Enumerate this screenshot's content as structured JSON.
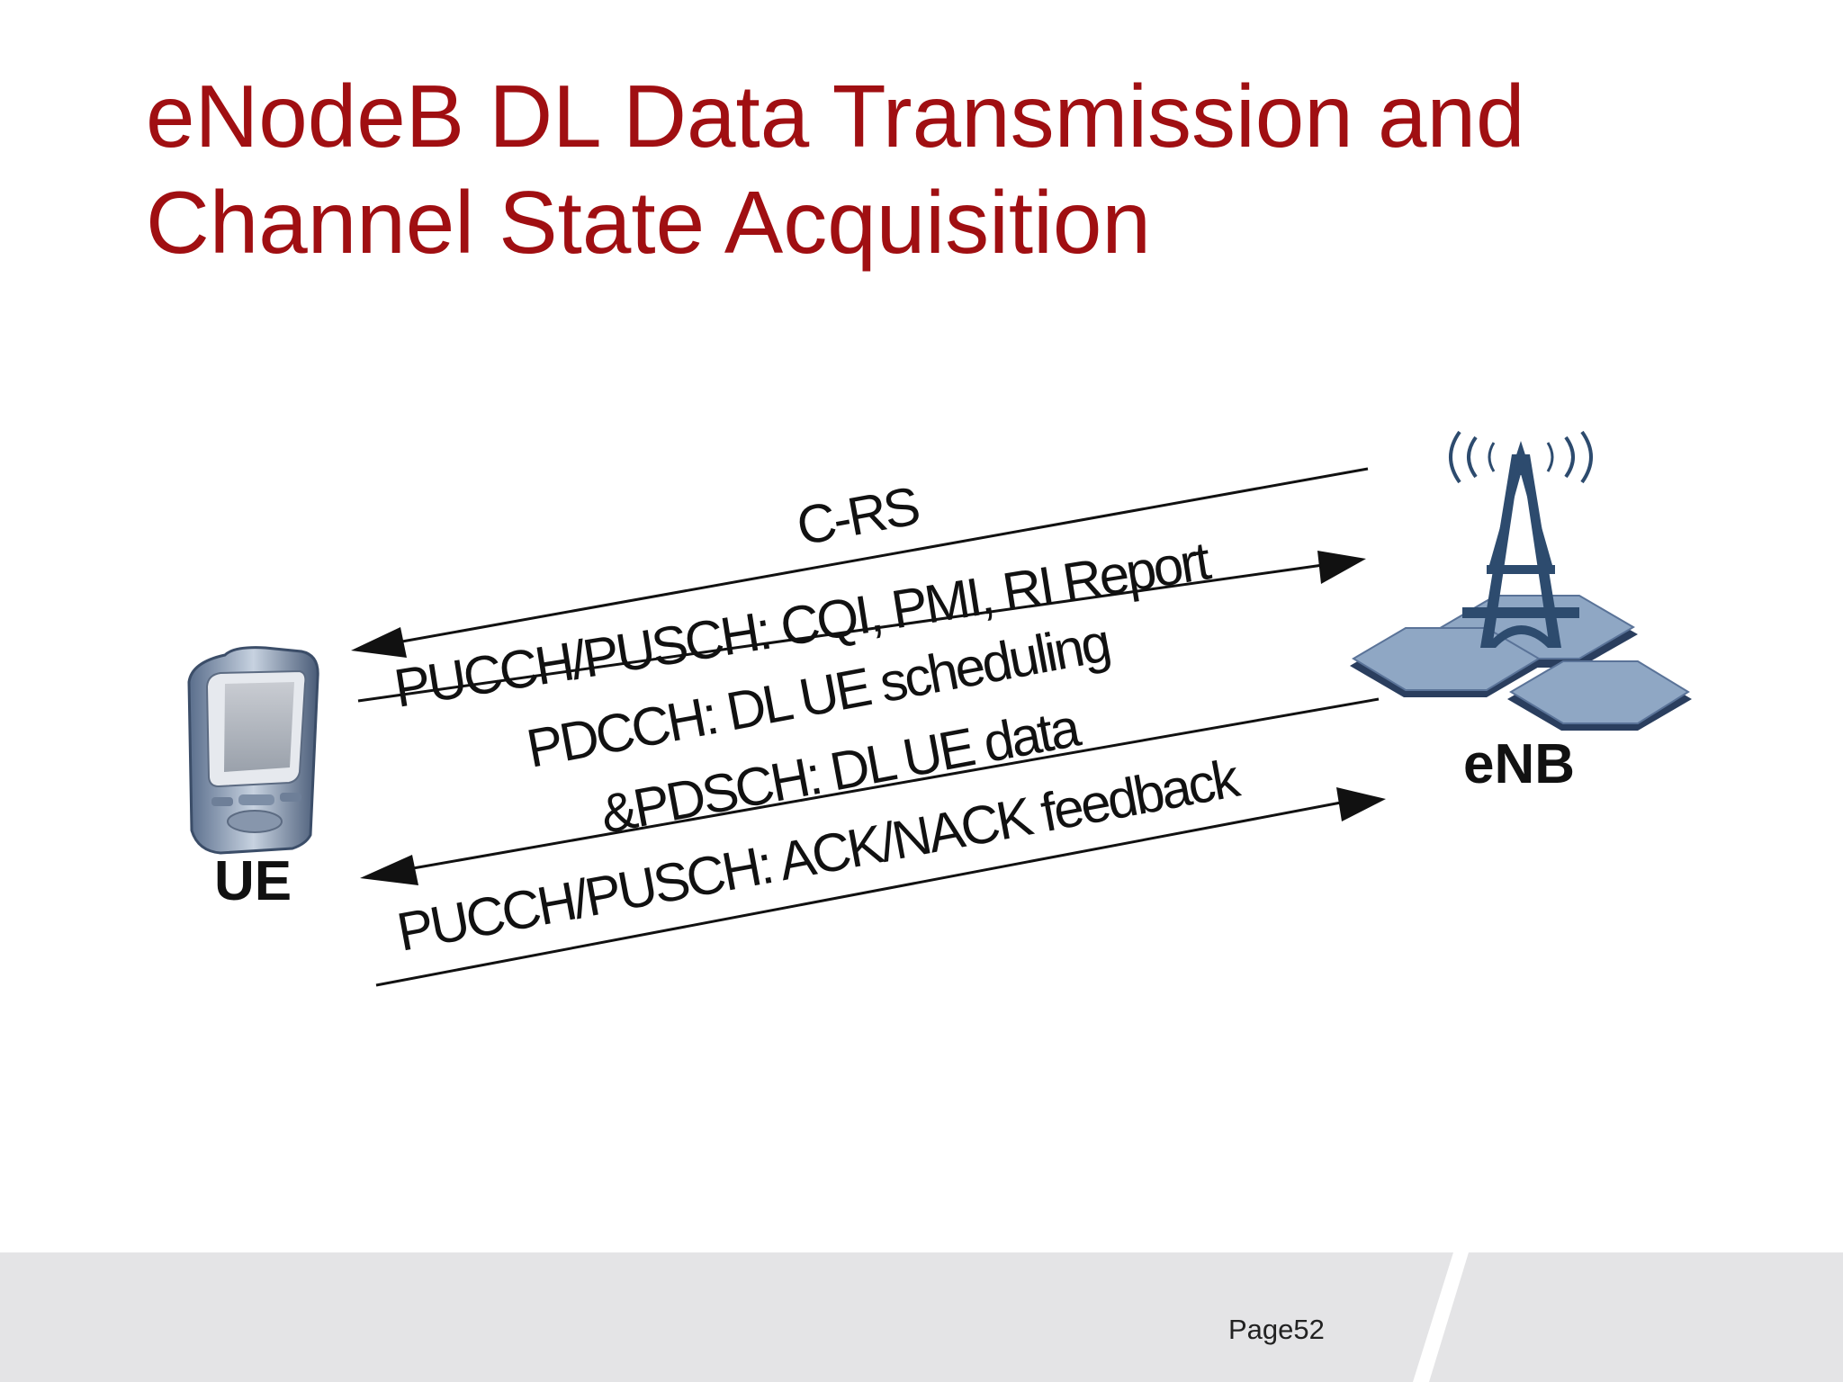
{
  "slide": {
    "title_line1": "eNodeB DL Data Transmission and",
    "title_line2": "Channel State Acquisition",
    "page": "Page52"
  },
  "nodes": {
    "ue_label": "UE",
    "enb_label": "eNB"
  },
  "messages": [
    {
      "label": "C-RS",
      "direction": "enb-to-ue"
    },
    {
      "label": "PUCCH/PUSCH: CQI, PMI, RI Report",
      "direction": "ue-to-enb"
    },
    {
      "label": "PDCCH: DL UE scheduling",
      "direction": "enb-to-ue"
    },
    {
      "label": "&PDSCH: DL UE data",
      "direction": "enb-to-ue"
    },
    {
      "label": "PUCCH/PUSCH: ACK/NACK feedback",
      "direction": "ue-to-enb"
    }
  ],
  "colors": {
    "title": "#a00f12",
    "footer": "#e4e4e6",
    "tower": "#2d4b6e",
    "hex_fill": "#8fa7c4"
  },
  "icons": [
    "phone-icon",
    "cell-tower-icon"
  ]
}
